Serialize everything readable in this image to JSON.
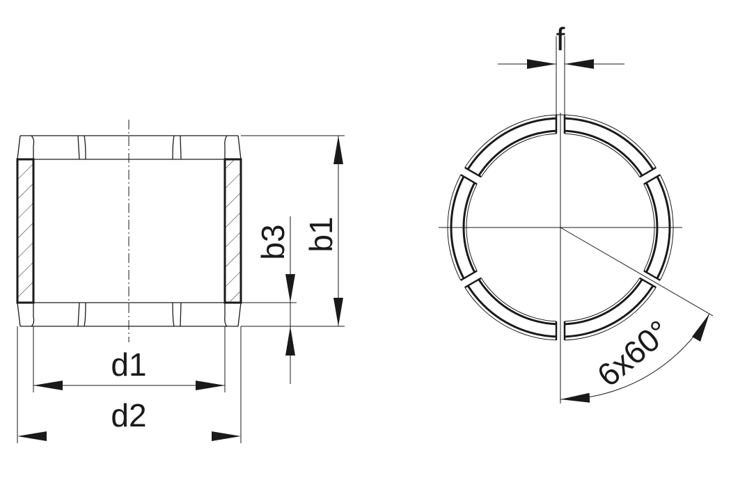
{
  "drawing": {
    "type": "technical-drawing",
    "subject": "slotted plain bearing bush",
    "views": [
      "side-section",
      "end-view"
    ]
  },
  "labels": {
    "d1": "d1",
    "d2": "d2",
    "b1": "b1",
    "b3": "b3",
    "f": "f",
    "angle": "6x60°"
  },
  "colors": {
    "line": "#1a1a1a",
    "background": "#ffffff"
  }
}
